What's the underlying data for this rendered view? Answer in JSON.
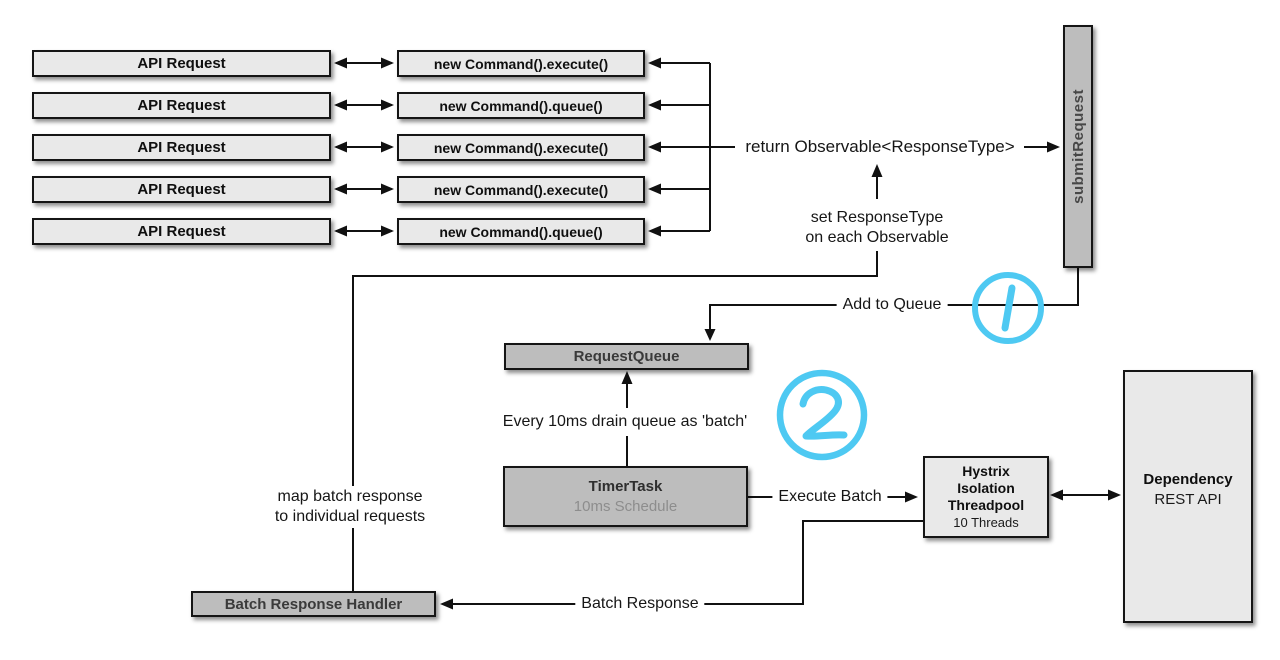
{
  "left_column": {
    "items": [
      "API Request",
      "API Request",
      "API Request",
      "API Request",
      "API Request"
    ]
  },
  "command_column": {
    "items": [
      "new Command().execute()",
      "new Command().queue()",
      "new Command().execute()",
      "new Command().execute()",
      "new Command().queue()"
    ]
  },
  "nodes": {
    "submit_request": {
      "label": "submitRequest"
    },
    "request_queue": {
      "label": "RequestQueue"
    },
    "timer_task": {
      "title": "TimerTask",
      "subtitle": "10ms Schedule"
    },
    "hystrix_threadpool": {
      "lines": [
        "Hystrix",
        "Isolation",
        "Threadpool"
      ],
      "subtitle": "10 Threads"
    },
    "dependency": {
      "title": "Dependency",
      "subtitle": "REST API"
    },
    "batch_response_handler": {
      "label": "Batch Response Handler"
    }
  },
  "annotations": {
    "return_observable": "return Observable<ResponseType>",
    "set_response_type": [
      "set ResponseType",
      "on each Observable"
    ],
    "add_to_queue": "Add to Queue",
    "every_10ms_drain": "Every 10ms drain queue as 'batch'",
    "execute_batch": "Execute Batch",
    "batch_response": "Batch Response",
    "map_batch_response": [
      "map batch response",
      "to individual requests"
    ],
    "step_1": "1",
    "step_2": "2"
  },
  "colors": {
    "background": "#ffffff",
    "box_light_fill": "#e9e9e9",
    "box_dark_fill": "#bdbdbd",
    "box_border": "#151515",
    "connector": "#111111",
    "annotation_accent": "#4ec9f2",
    "muted_text": "#8d8d8d",
    "dark_label": "#3a3a3a"
  }
}
